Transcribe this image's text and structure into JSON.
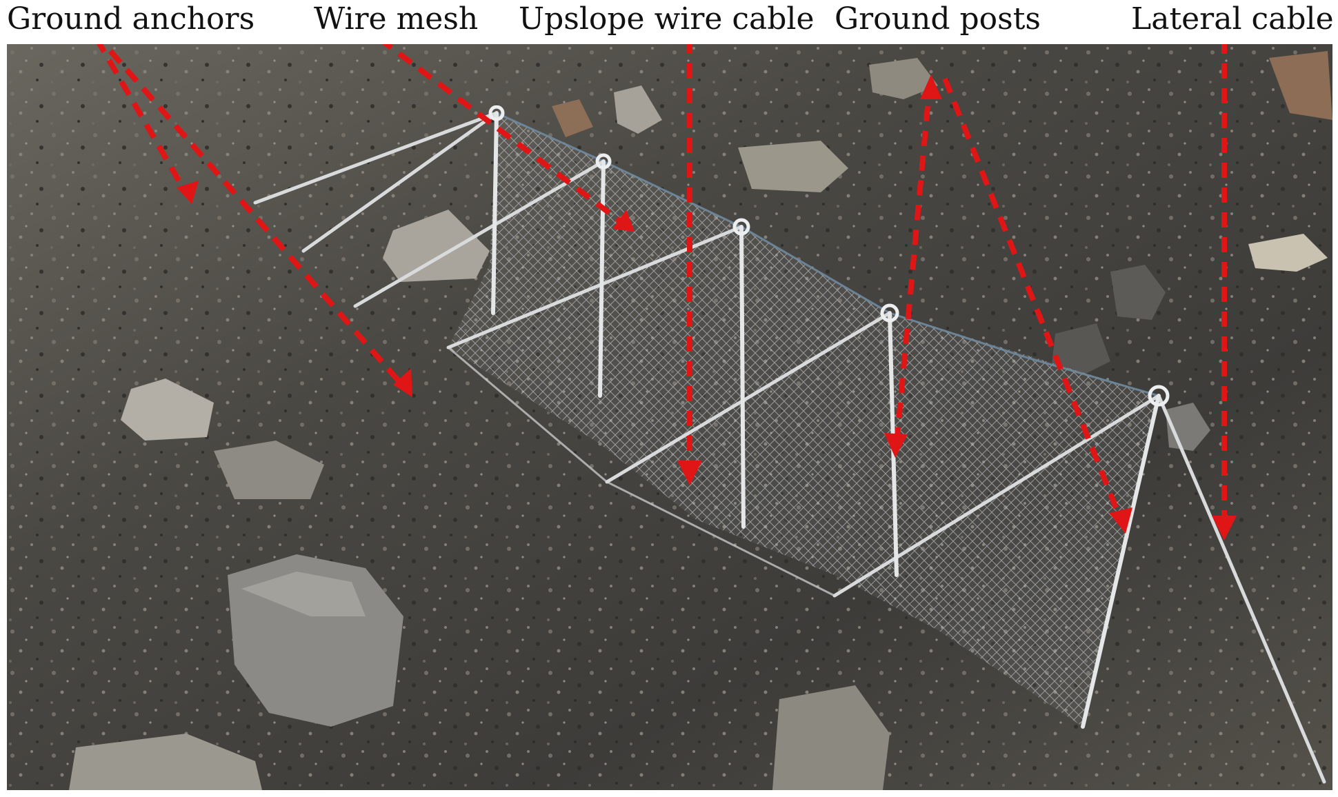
{
  "labels": {
    "ground_anchors": "Ground anchors",
    "wire_mesh": "Wire mesh",
    "upslope_wire_cable": "Upslope wire cable",
    "ground_posts": "Ground posts",
    "lateral_cable": "Lateral cable"
  },
  "colors": {
    "arrow": "#e01515",
    "cable": "#d8dadc",
    "mesh": "#b9bcbf",
    "slope_dark": "#3f3e3a",
    "slope_mid": "#5b5850",
    "rock": "#8f8c86"
  },
  "icons": {
    "arrow": "dashed-arrow-icon",
    "post_ring": "eye-bolt-icon"
  }
}
